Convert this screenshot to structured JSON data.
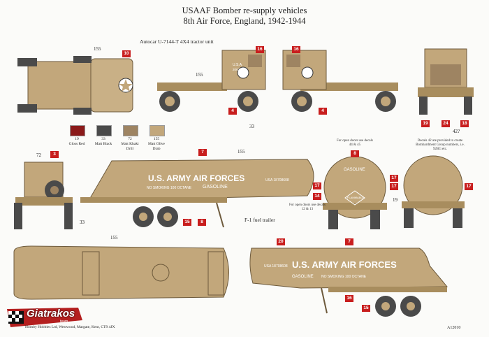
{
  "header": {
    "title_line1": "USAAF Bomber re-supply vehicles",
    "title_line2": "8th Air Force, England, 1942-1944"
  },
  "tractor": {
    "caption": "Autocar U-7144-T 4X4 tractor unit"
  },
  "trailer": {
    "caption": "F-1 fuel trailer"
  },
  "colours": [
    {
      "number": "19",
      "name": "Gloss Red",
      "hex": "#8b1a1a"
    },
    {
      "number": "33",
      "name": "Matt Black",
      "hex": "#4a4a4a"
    },
    {
      "number": "72",
      "name": "Matt Khaki Drill",
      "hex": "#9e8462"
    },
    {
      "number": "155",
      "name": "Matt Olive Drab",
      "hex": "#c2a77b"
    }
  ],
  "notes": {
    "open_doors_1": "For open doors use decals 44 & 45",
    "decals_42": "Decals 42 are provided to create Bombardment Group numbers, i.e. 92BG etc.",
    "open_doors_2": "For open doors use decals 12 & 13"
  },
  "markings": {
    "usaaf_large": "U.S. ARMY AIR FORCES",
    "usa_serial": "USA 18708608",
    "no_smoking": "NO SMOKING 100 OCTANE",
    "gasoline": "GASOLINE",
    "flammable": "FLAMMABLE",
    "usa_short": "U.S.A.",
    "tractor_serial": "20636810"
  },
  "callouts": {
    "n155": "155",
    "n33": "33",
    "n72": "72",
    "n42q": "42?",
    "n19": "19"
  },
  "decal_tags": [
    "10",
    "16",
    "16",
    "4",
    "4",
    "19",
    "24",
    "18",
    "3",
    "7",
    "8",
    "17",
    "17",
    "17",
    "17",
    "14",
    "15",
    "8",
    "20",
    "7",
    "15",
    "16"
  ],
  "footer": {
    "address": "Hornby Hobbies Ltd, Westwood, Margate, Kent, CT9 4JX",
    "code": "A12010"
  },
  "logo": {
    "name": "Giatrakos",
    "tagline": "team"
  },
  "palette": {
    "olive": "#c2a77b",
    "olive_dark": "#a88d5e",
    "tyre": "#4a4a4a",
    "decal_red": "#c81e1e"
  }
}
